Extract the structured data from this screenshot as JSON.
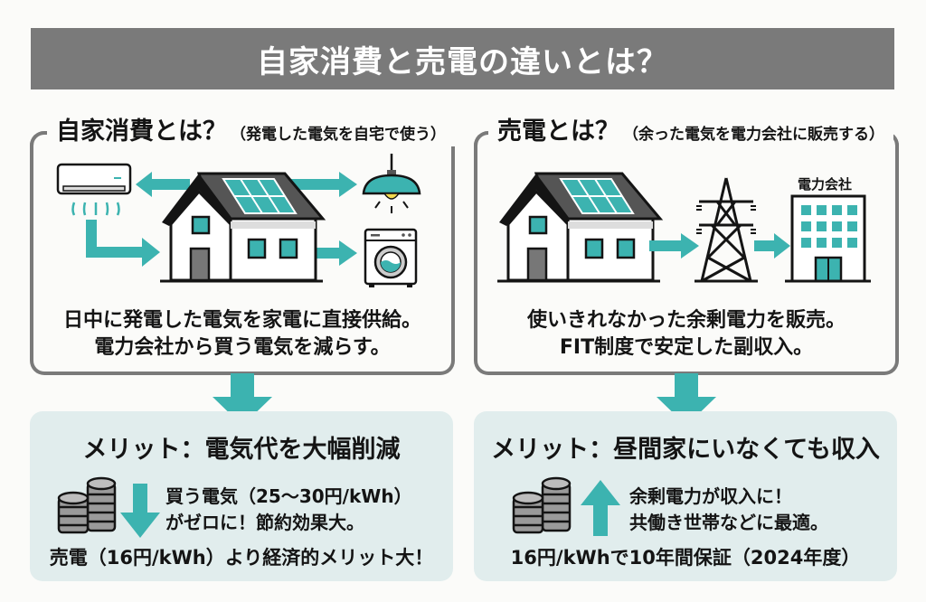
{
  "title": "自家消費と売電の違いとは？",
  "colors": {
    "accent_teal": "#3cb3b0",
    "title_bar": "#7a7a7a",
    "panel_border": "#7a7a7a",
    "merit_bg": "#e1eded",
    "text": "#141414"
  },
  "left_panel": {
    "heading": "自家消費とは？",
    "heading_sub": "（発電した電気を自宅で使う）",
    "icons": [
      "air-conditioner-icon",
      "house-solar-icon",
      "ceiling-lamp-icon",
      "washing-machine-icon"
    ],
    "description_line1": "日中に発電した電気を家電に直接供給。",
    "description_line2": "電力会社から買う電気を減らす。",
    "merit": {
      "title": "メリット：電気代を大幅削減",
      "body_line1": "買う電気（25～30円/kWh）",
      "body_line2": "がゼロに！節約効果大。",
      "footer": "売電（16円/kWh）より経済的メリット大！",
      "trend_icon": "arrow-down-icon"
    }
  },
  "right_panel": {
    "heading": "売電とは？",
    "heading_sub": "（余った電気を電力会社に販売する）",
    "icons": [
      "house-solar-icon",
      "power-tower-icon",
      "building-icon"
    ],
    "building_label": "電力会社",
    "description_line1": "使いきれなかった余剰電力を販売。",
    "description_line2": "FIT制度で安定した副収入。",
    "merit": {
      "title": "メリット：昼間家にいなくても収入",
      "body_line1": "余剰電力が収入に！",
      "body_line2": "共働き世帯などに最適。",
      "footer": "16円/kWhで10年間保証（2024年度）",
      "trend_icon": "arrow-up-icon"
    }
  }
}
